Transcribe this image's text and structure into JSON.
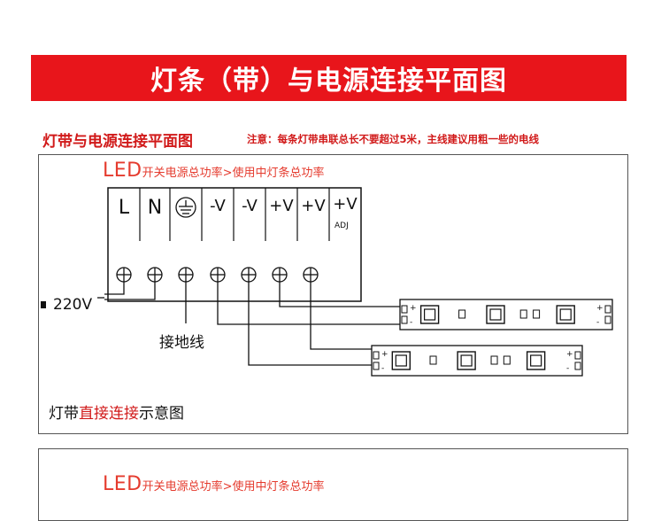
{
  "banner": {
    "title": "灯条（带）与电源连接平面图",
    "bg_color": "#e8151b"
  },
  "section": {
    "title": "灯带与电源连接平面图",
    "note": "注意：每条灯带串联总长不要超过5米，主线建议用粗一些的电线"
  },
  "power_note": {
    "led": "LED",
    "rest": "开关电源总功率>使用中灯条总功率"
  },
  "terminals": [
    {
      "label": "L"
    },
    {
      "label": "N"
    },
    {
      "label": ""
    },
    {
      "label": "-V"
    },
    {
      "label": "-V"
    },
    {
      "label": "+V"
    },
    {
      "label": "+V"
    },
    {
      "label": "+V",
      "sub": "ADJ"
    }
  ],
  "labels": {
    "voltage": "220V",
    "ground": "接地线"
  },
  "caption": {
    "part1": "灯带",
    "part2": "直接连接",
    "part3": "示意图"
  },
  "strip_marks": {
    "plus": "+",
    "minus": "-"
  },
  "icons": {
    "ground": "ground-symbol-icon",
    "screw": "screw-terminal-icon",
    "led_chip": "led-chip-icon",
    "resistor": "resistor-icon",
    "plug": "power-plug-icon"
  },
  "colors": {
    "accent_red": "#d11a1a",
    "note_red": "#e53b2e"
  }
}
